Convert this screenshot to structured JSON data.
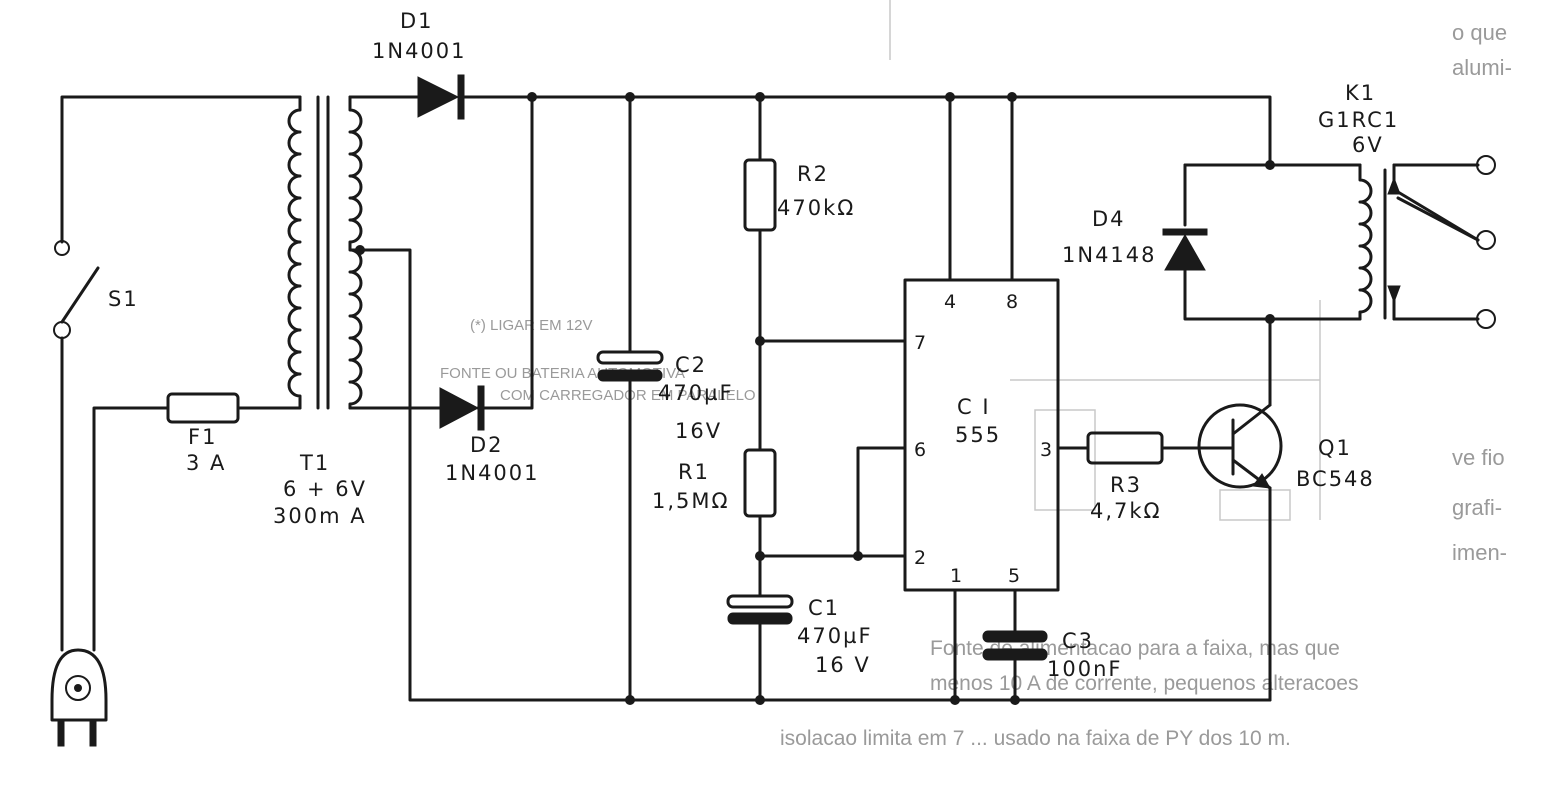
{
  "components": {
    "d1": {
      "ref": "D1",
      "value": "1N4001"
    },
    "d2": {
      "ref": "D2",
      "value": "1N4001"
    },
    "d4": {
      "ref": "D4",
      "value": "1N4148"
    },
    "s1": {
      "ref": "S1"
    },
    "f1": {
      "ref": "F1",
      "value": "3 A"
    },
    "t1": {
      "ref": "T1",
      "value": "6 + 6V",
      "current": "300m A"
    },
    "c1": {
      "ref": "C1",
      "value": "470µF",
      "voltage": "16 V"
    },
    "c2": {
      "ref": "C2",
      "value": "470µF",
      "voltage": "16V"
    },
    "c3": {
      "ref": "C3",
      "value": "100nF"
    },
    "r1": {
      "ref": "R1",
      "value": "1,5MΩ"
    },
    "r2": {
      "ref": "R2",
      "value": "470kΩ"
    },
    "r3": {
      "ref": "R3",
      "value": "4,7kΩ"
    },
    "k1": {
      "ref": "K1",
      "model": "G1RC1",
      "voltage": "6V"
    },
    "q1": {
      "ref": "Q1",
      "value": "BC548"
    },
    "ci": {
      "ref": "C I",
      "value": "555"
    }
  },
  "ic_pins": {
    "p4": "4",
    "p8": "8",
    "p7": "7",
    "p6": "6",
    "p3": "3",
    "p2": "2",
    "p1": "1",
    "p5": "5"
  },
  "bleed_text": {
    "notice": [
      "(*) LIGAR EM 12V",
      "FONTE OU BATERIA AUTOMOTIVA",
      "COM CARREGADOR EM PARALELO"
    ],
    "paragraph": [
      "Fonte de alimentacao para a faixa, mas que",
      "menos 10 A de corrente, pequenos alteracoes",
      "isolacao limita em 7 ... usado na faixa de PY dos 10 m."
    ],
    "right_margin": [
      "o que",
      "alumi-",
      "ve fio",
      "grafi-",
      "imen-"
    ]
  }
}
